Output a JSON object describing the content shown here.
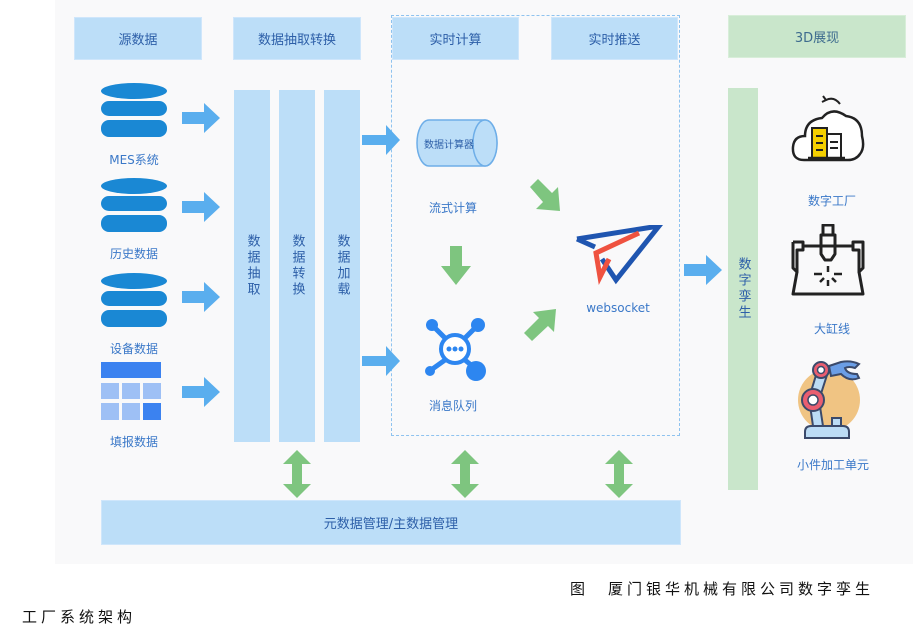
{
  "headers": {
    "source": "源数据",
    "etl": "数据抽取转换",
    "realtime_compute": "实时计算",
    "realtime_push": "实时推送",
    "display_3d": "3D展现"
  },
  "sources": [
    {
      "label": "MES系统",
      "icon": "database-icon"
    },
    {
      "label": "历史数据",
      "icon": "database-icon"
    },
    {
      "label": "设备数据",
      "icon": "database-icon"
    },
    {
      "label": "填报数据",
      "icon": "table-grid-icon"
    }
  ],
  "etl_columns": [
    "数据抽取",
    "数据转换",
    "数据加载"
  ],
  "compute": {
    "calculator_label": "数据计算器",
    "stream_label": "流式计算",
    "queue_label": "消息队列",
    "websocket_label": "websocket"
  },
  "twin_column": "数字孪生",
  "outputs": [
    {
      "label": "数字工厂",
      "icon": "cloud-factory-icon"
    },
    {
      "label": "大缸线",
      "icon": "machine-press-icon"
    },
    {
      "label": "小件加工单元",
      "icon": "robot-arm-icon"
    }
  ],
  "bottom_bar": "元数据管理/主数据管理",
  "caption": {
    "line1": "图　厦门银华机械有限公司数字孪生",
    "line2": "工厂系统架构"
  },
  "colors": {
    "blue_box": "#bcdef8",
    "green_box": "#c9e6cb",
    "arrow_blue": "#5aaeee",
    "arrow_green": "#7ec57f",
    "text_blue": "#2d5fa8",
    "icon_blue": "#1a88d4"
  }
}
